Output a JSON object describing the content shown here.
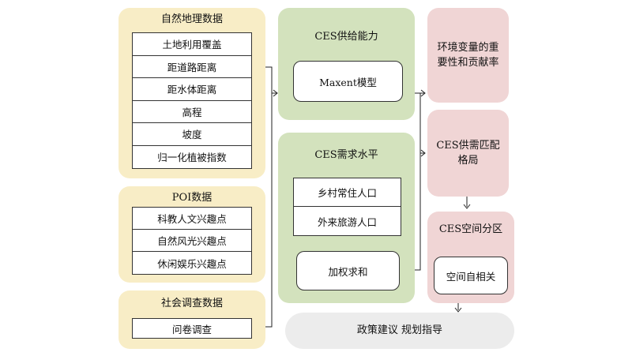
{
  "natural_geo": {
    "title": "自然地理数据",
    "items": [
      "土地利用覆盖",
      "距道路距离",
      "距水体距离",
      "高程",
      "坡度",
      "归一化植被指数"
    ]
  },
  "poi": {
    "title": "POI数据",
    "items": [
      "科教人文兴趣点",
      "自然风光兴趣点",
      "休闲娱乐兴趣点"
    ]
  },
  "social": {
    "title": "社会调查数据",
    "items": [
      "问卷调查"
    ]
  },
  "supply": {
    "title": "CES供给能力",
    "method": "Maxent模型"
  },
  "demand": {
    "title": "CES需求水平",
    "items": [
      "乡村常住人口",
      "外来旅游人口"
    ],
    "method": "加权求和"
  },
  "importance": {
    "line1": "环境变量的重",
    "line2": "要性和贡献率"
  },
  "matching": {
    "line1": "CES供需匹配",
    "line2": "格局"
  },
  "zoning": {
    "title": "CES空间分区",
    "method": "空间自相关"
  },
  "policy": {
    "label": "政策建议 规划指导"
  }
}
